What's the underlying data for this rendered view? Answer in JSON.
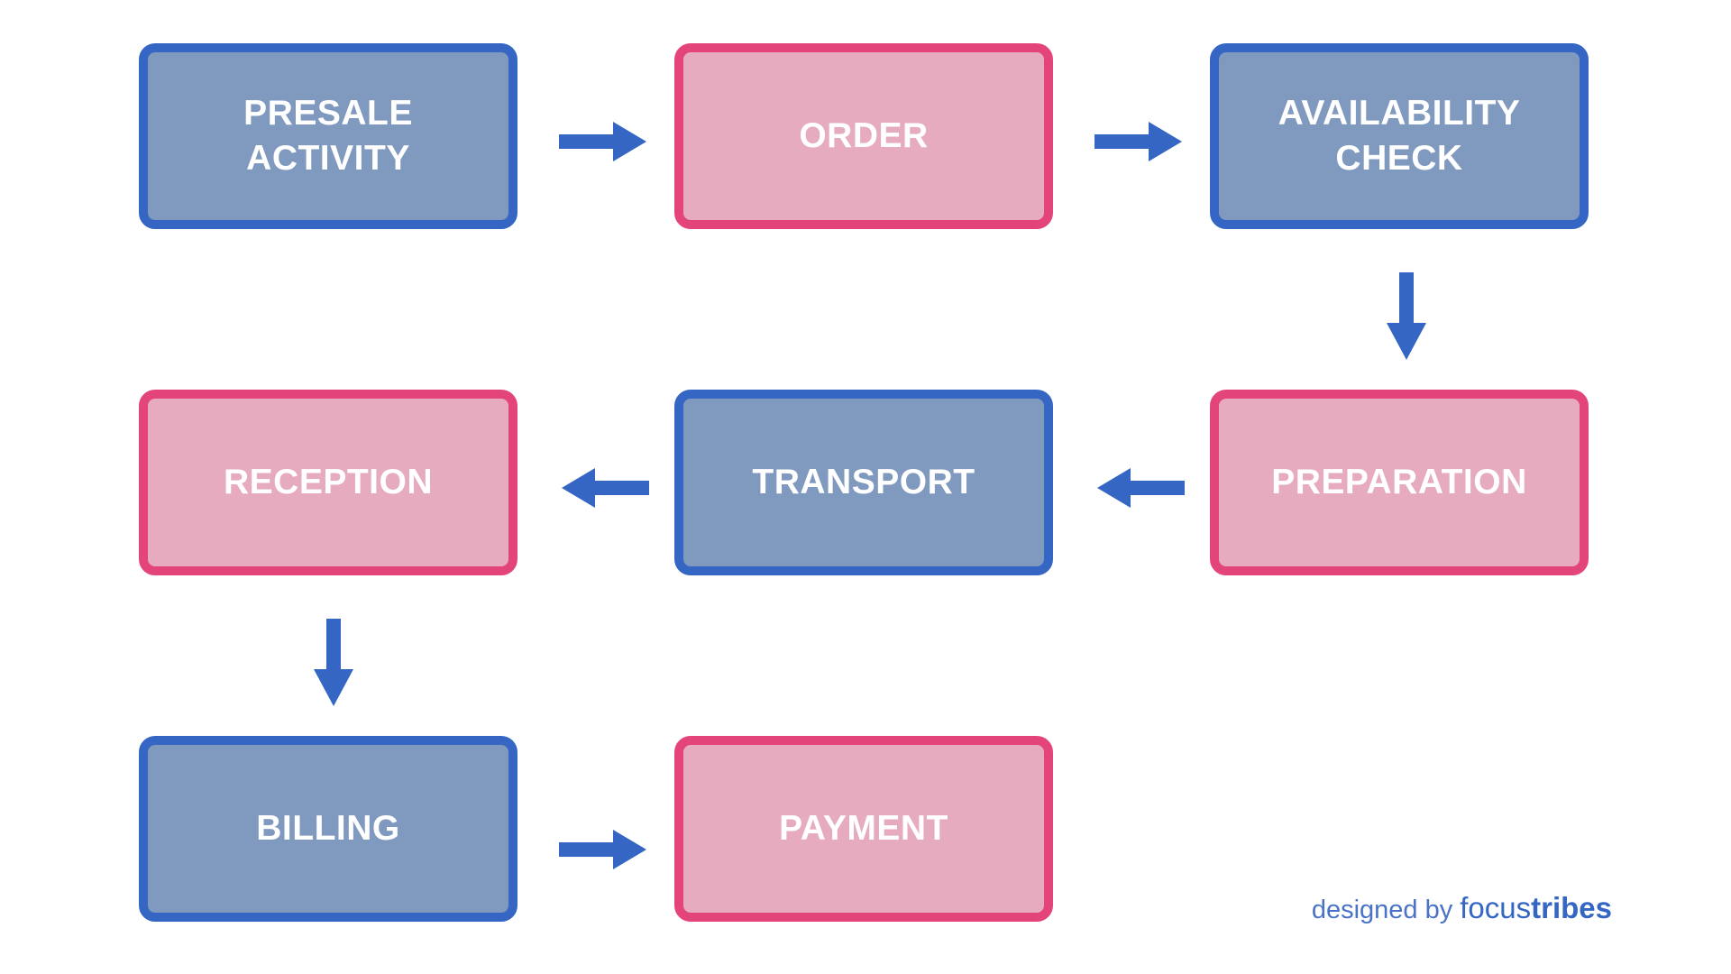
{
  "nodes": [
    {
      "id": "presale",
      "label": "PRESALE\nACTIVITY",
      "style": "blue"
    },
    {
      "id": "order",
      "label": "ORDER",
      "style": "pink"
    },
    {
      "id": "availability",
      "label": "AVAILABILITY\nCHECK",
      "style": "blue"
    },
    {
      "id": "preparation",
      "label": "PREPARATION",
      "style": "pink"
    },
    {
      "id": "transport",
      "label": "TRANSPORT",
      "style": "blue"
    },
    {
      "id": "reception",
      "label": "RECEPTION",
      "style": "pink"
    },
    {
      "id": "billing",
      "label": "BILLING",
      "style": "blue"
    },
    {
      "id": "payment",
      "label": "PAYMENT",
      "style": "pink"
    }
  ],
  "edges": [
    {
      "from": "presale",
      "to": "order",
      "direction": "right"
    },
    {
      "from": "order",
      "to": "availability",
      "direction": "right"
    },
    {
      "from": "availability",
      "to": "preparation",
      "direction": "down"
    },
    {
      "from": "preparation",
      "to": "transport",
      "direction": "left"
    },
    {
      "from": "transport",
      "to": "reception",
      "direction": "left"
    },
    {
      "from": "reception",
      "to": "billing",
      "direction": "down"
    },
    {
      "from": "billing",
      "to": "payment",
      "direction": "right"
    }
  ],
  "colors": {
    "blue_fill": "#7f99bf",
    "blue_border": "#3566c4",
    "pink_fill": "#e6abbf",
    "pink_border": "#e3457a",
    "arrow": "#3566c4",
    "label_text": "#ffffff"
  },
  "credit": {
    "prefix": "designed by",
    "brand_part1": "focus",
    "brand_part2": "tribes"
  }
}
